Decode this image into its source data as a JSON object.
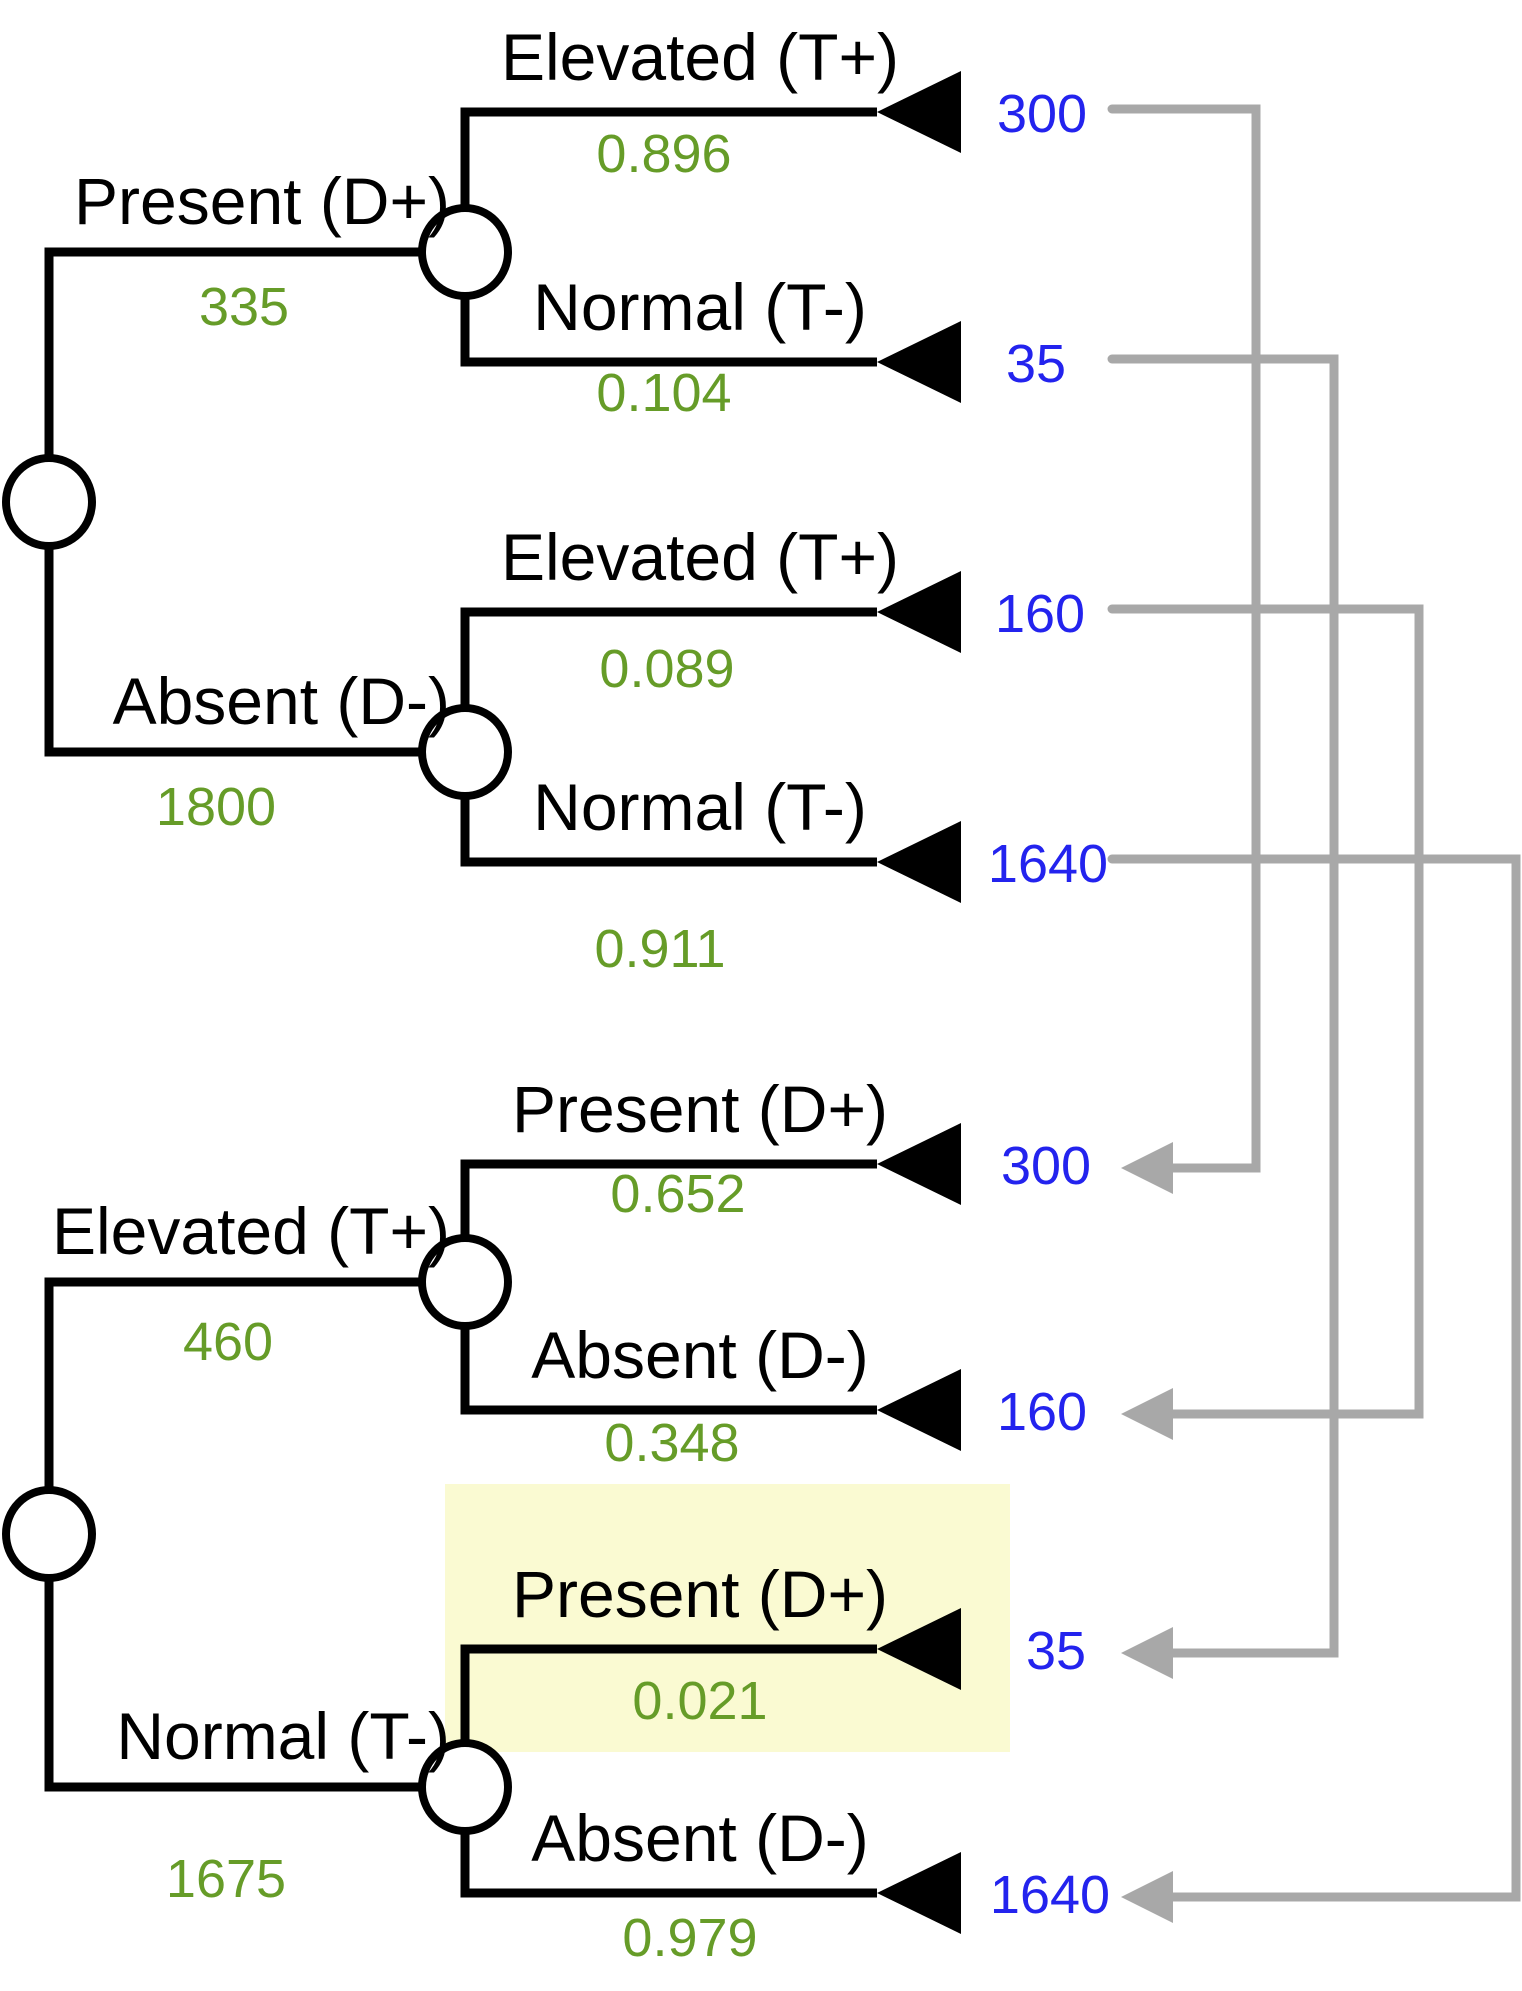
{
  "diagram_type": "probability-tree-flip",
  "colors": {
    "branch": "#000000",
    "label": "#000000",
    "probability": "#669C28",
    "count": "#2323EE",
    "connector": "#A8A8A8",
    "highlight": "#FAFAD2"
  },
  "top_tree": {
    "branches": [
      {
        "label": "Present (D+)",
        "count": "335",
        "children": [
          {
            "label": "Elevated (T+)",
            "probability": "0.896",
            "count": "300"
          },
          {
            "label": "Normal (T-)",
            "probability": "0.104",
            "count": "35"
          }
        ]
      },
      {
        "label": "Absent (D-)",
        "count": "1800",
        "children": [
          {
            "label": "Elevated (T+)",
            "probability": "0.089",
            "count": "160"
          },
          {
            "label": "Normal (T-)",
            "probability": "0.911",
            "count": "1640"
          }
        ]
      }
    ]
  },
  "bottom_tree": {
    "branches": [
      {
        "label": "Elevated (T+)",
        "count": "460",
        "children": [
          {
            "label": "Present (D+)",
            "probability": "0.652",
            "count": "300"
          },
          {
            "label": "Absent (D-)",
            "probability": "0.348",
            "count": "160"
          }
        ]
      },
      {
        "label": "Normal (T-)",
        "count": "1675",
        "children": [
          {
            "label": "Present (D+)",
            "probability": "0.021",
            "count": "35",
            "highlighted": true
          },
          {
            "label": "Absent (D-)",
            "probability": "0.979",
            "count": "1640"
          }
        ]
      }
    ]
  },
  "connectors": [
    {
      "from_count": "300",
      "to_count": "300"
    },
    {
      "from_count": "35",
      "to_count": "35"
    },
    {
      "from_count": "160",
      "to_count": "160"
    },
    {
      "from_count": "1640",
      "to_count": "1640"
    }
  ]
}
